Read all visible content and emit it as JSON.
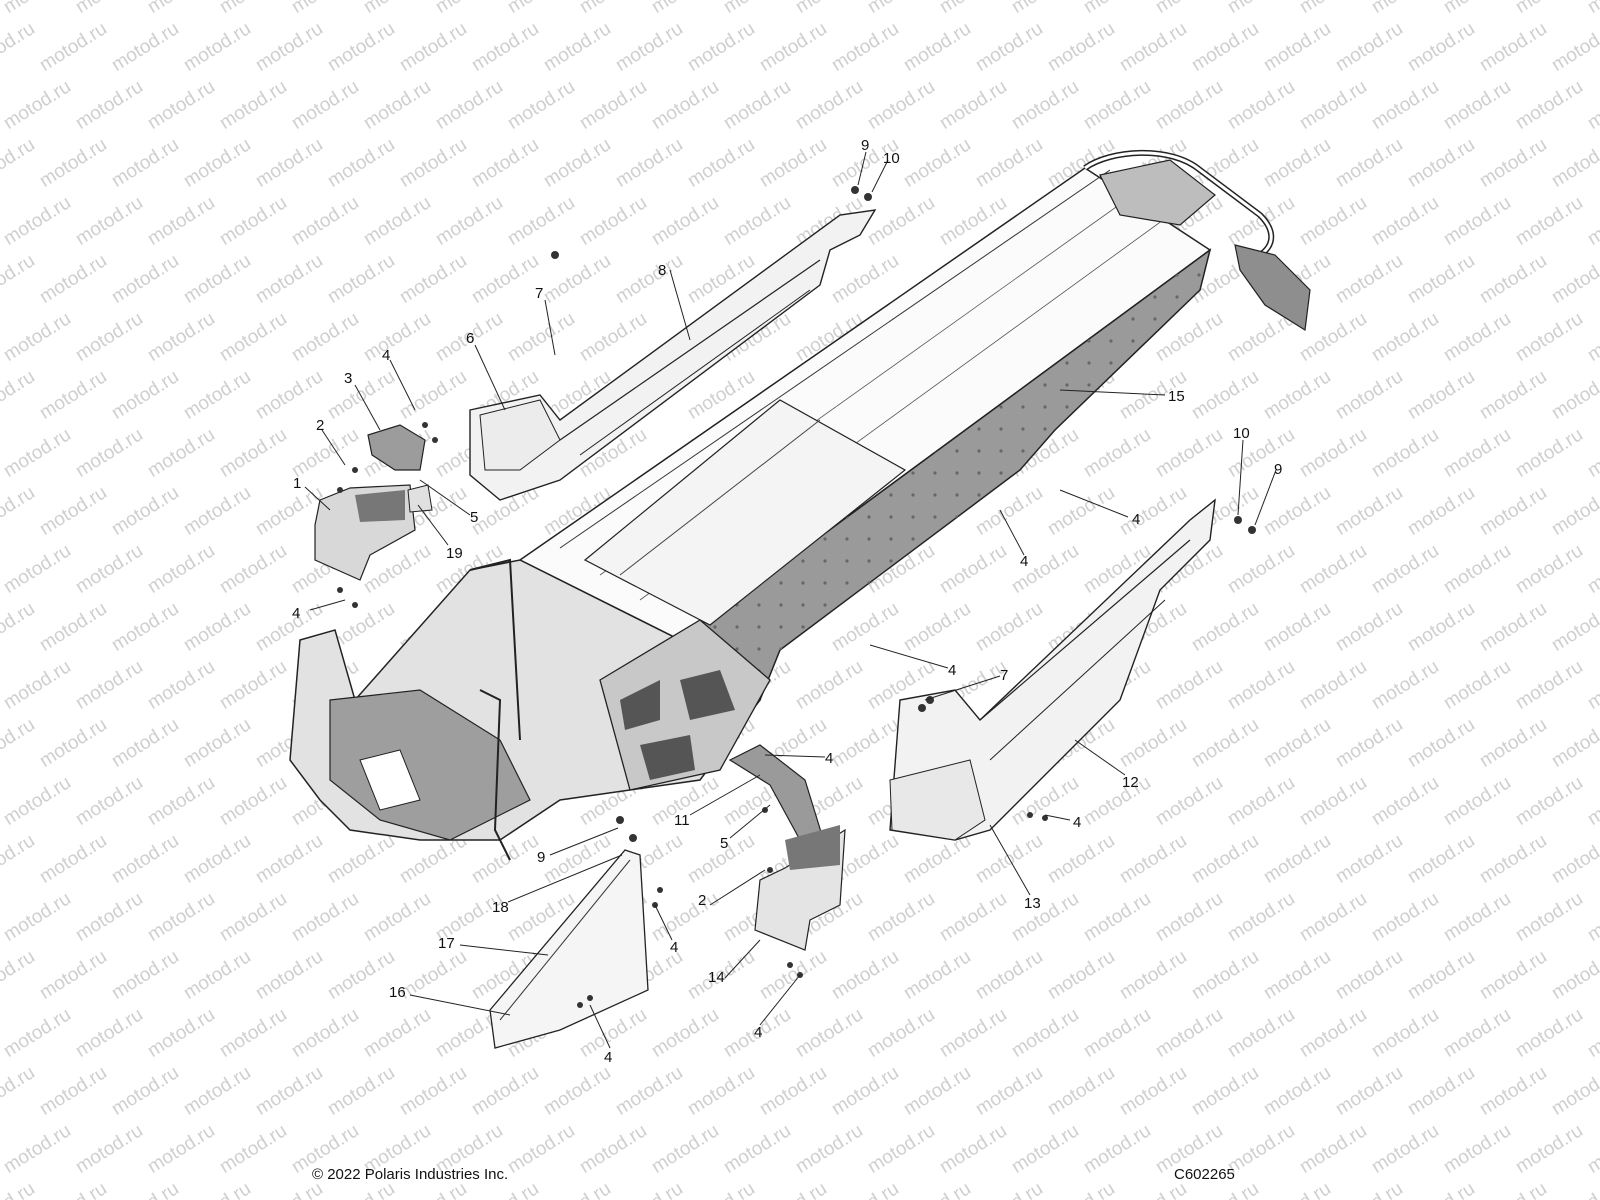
{
  "watermark": {
    "text": "motod.ru",
    "color": "#cfcfcf"
  },
  "footer": {
    "copyright": "© 2022 Polaris Industries Inc.",
    "figure_code": "C602265"
  },
  "callouts": [
    {
      "id": "c9a",
      "label": "9"
    },
    {
      "id": "c10a",
      "label": "10"
    },
    {
      "id": "c8",
      "label": "8"
    },
    {
      "id": "c7a",
      "label": "7"
    },
    {
      "id": "c6",
      "label": "6"
    },
    {
      "id": "c4a",
      "label": "4"
    },
    {
      "id": "c3",
      "label": "3"
    },
    {
      "id": "c2a",
      "label": "2"
    },
    {
      "id": "c1",
      "label": "1"
    },
    {
      "id": "c5a",
      "label": "5"
    },
    {
      "id": "c19",
      "label": "19"
    },
    {
      "id": "c4b",
      "label": "4"
    },
    {
      "id": "c15",
      "label": "15"
    },
    {
      "id": "c10b",
      "label": "10"
    },
    {
      "id": "c9b",
      "label": "9"
    },
    {
      "id": "c4c",
      "label": "4"
    },
    {
      "id": "c4d",
      "label": "4"
    },
    {
      "id": "c4e",
      "label": "4"
    },
    {
      "id": "c7b",
      "label": "7"
    },
    {
      "id": "c4f",
      "label": "4"
    },
    {
      "id": "c12",
      "label": "12"
    },
    {
      "id": "c11",
      "label": "11"
    },
    {
      "id": "c5b",
      "label": "5"
    },
    {
      "id": "c9c",
      "label": "9"
    },
    {
      "id": "c4g",
      "label": "4"
    },
    {
      "id": "c13",
      "label": "13"
    },
    {
      "id": "c18",
      "label": "18"
    },
    {
      "id": "c2b",
      "label": "2"
    },
    {
      "id": "c4h",
      "label": "4"
    },
    {
      "id": "c17",
      "label": "17"
    },
    {
      "id": "c14",
      "label": "14"
    },
    {
      "id": "c16",
      "label": "16"
    },
    {
      "id": "c4i",
      "label": "4"
    },
    {
      "id": "c4j",
      "label": "4"
    }
  ]
}
